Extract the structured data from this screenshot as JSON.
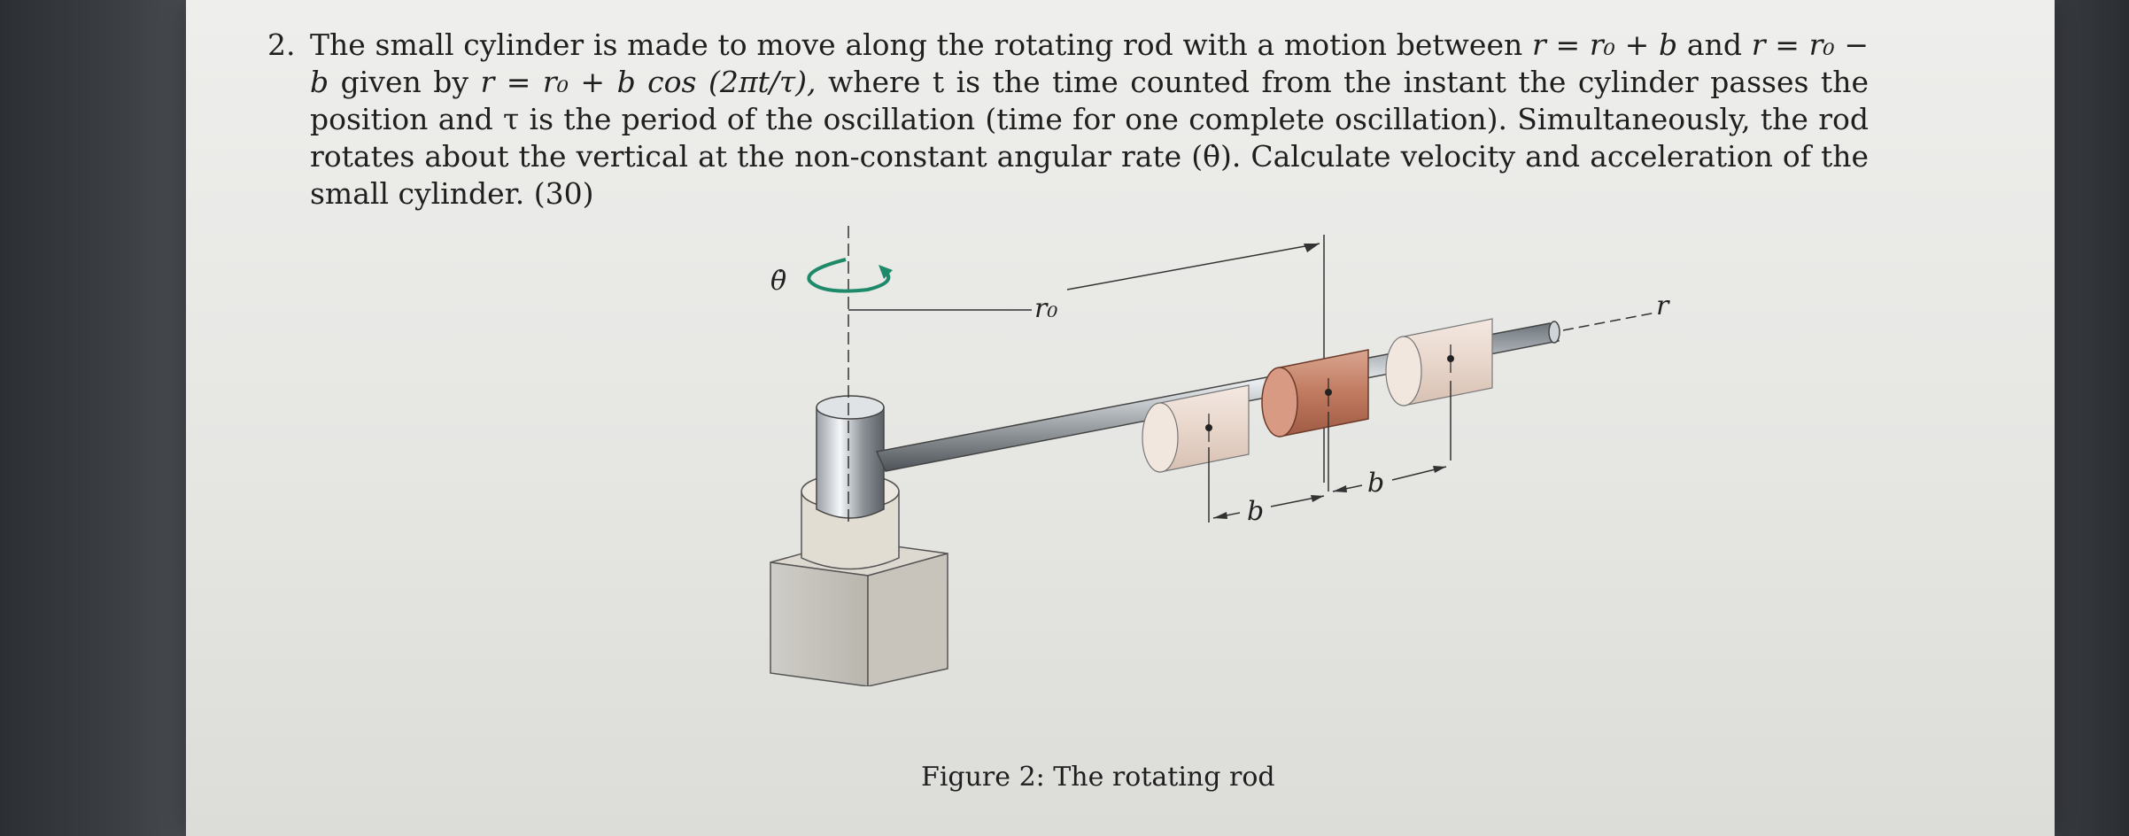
{
  "question": {
    "number": "2.",
    "line1": "The small cylinder is made to move along the rotating rod with a motion between",
    "cond1": "r = r₀ + b",
    "and_word": "and",
    "cond2": "r = r₀ − b",
    "given_word": "given",
    "line2_by": "by",
    "formula": "r = r₀ + b cos (2πt/τ),",
    "rest": "where t is the time counted from the instant the cylinder passes the position and τ is the period of the oscillation (time for one complete oscillation). Simultaneously, the rod rotates about the vertical at the non-constant angular rate (θ̇). Calculate velocity and acceleration of the small cylinder. (30)"
  },
  "figure": {
    "theta_dot_label": "θ̇",
    "r0_label": "r₀",
    "r_label": "r",
    "b_label_left": "b",
    "b_label_right": "b"
  },
  "caption": "Figure 2: The rotating rod"
}
